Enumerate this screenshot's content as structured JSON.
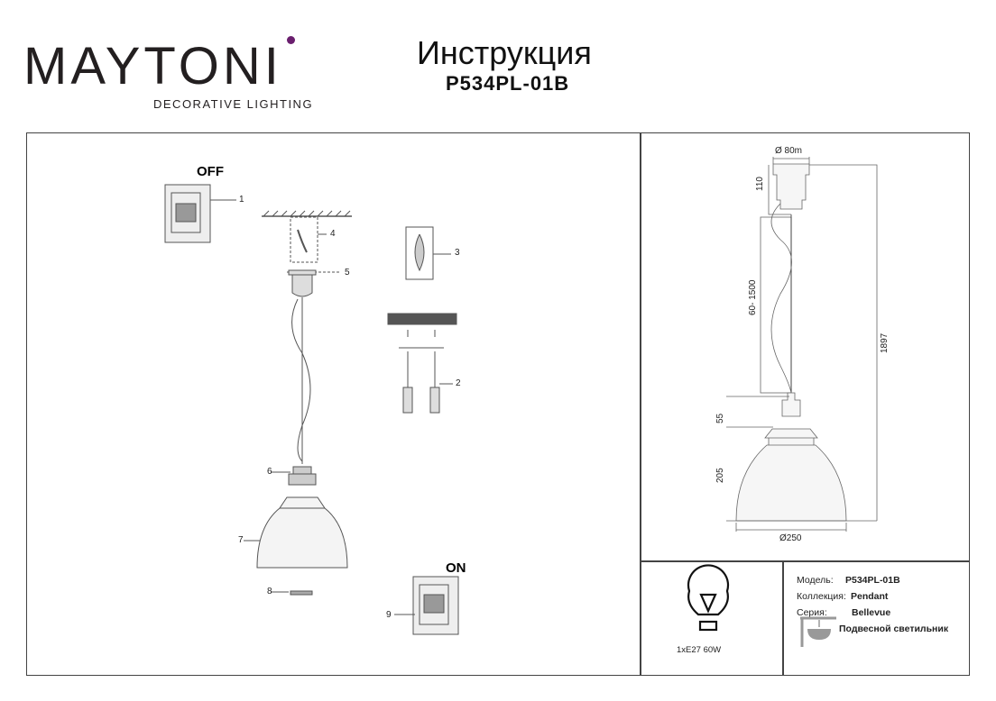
{
  "brand": {
    "name": "MAYTONI",
    "tagline": "DECORATIVE LIGHTING",
    "accent": "#6a1f6e"
  },
  "header": {
    "title": "Инструкция",
    "model": "P534PL-01B"
  },
  "assembly": {
    "off_label": "OFF",
    "on_label": "ON",
    "callouts": [
      "1",
      "2",
      "3",
      "4",
      "5",
      "6",
      "7",
      "8",
      "9"
    ]
  },
  "dimensions": {
    "top_diameter": "Ø 80m",
    "canopy_height": "110",
    "cable_length": "60- 1500",
    "total_height": "1897",
    "holder_height": "55",
    "shade_height": "205",
    "shade_diameter": "Ø250"
  },
  "specs": {
    "bulb": "1xE27 60W",
    "model_label": "Модель:",
    "model_value": "P534PL-01B",
    "collection_label": "Коллекция:",
    "collection_value": "Pendant",
    "series_label": "Серия:",
    "series_value": "Bellevue",
    "type_value": "Подвесной светильник"
  }
}
